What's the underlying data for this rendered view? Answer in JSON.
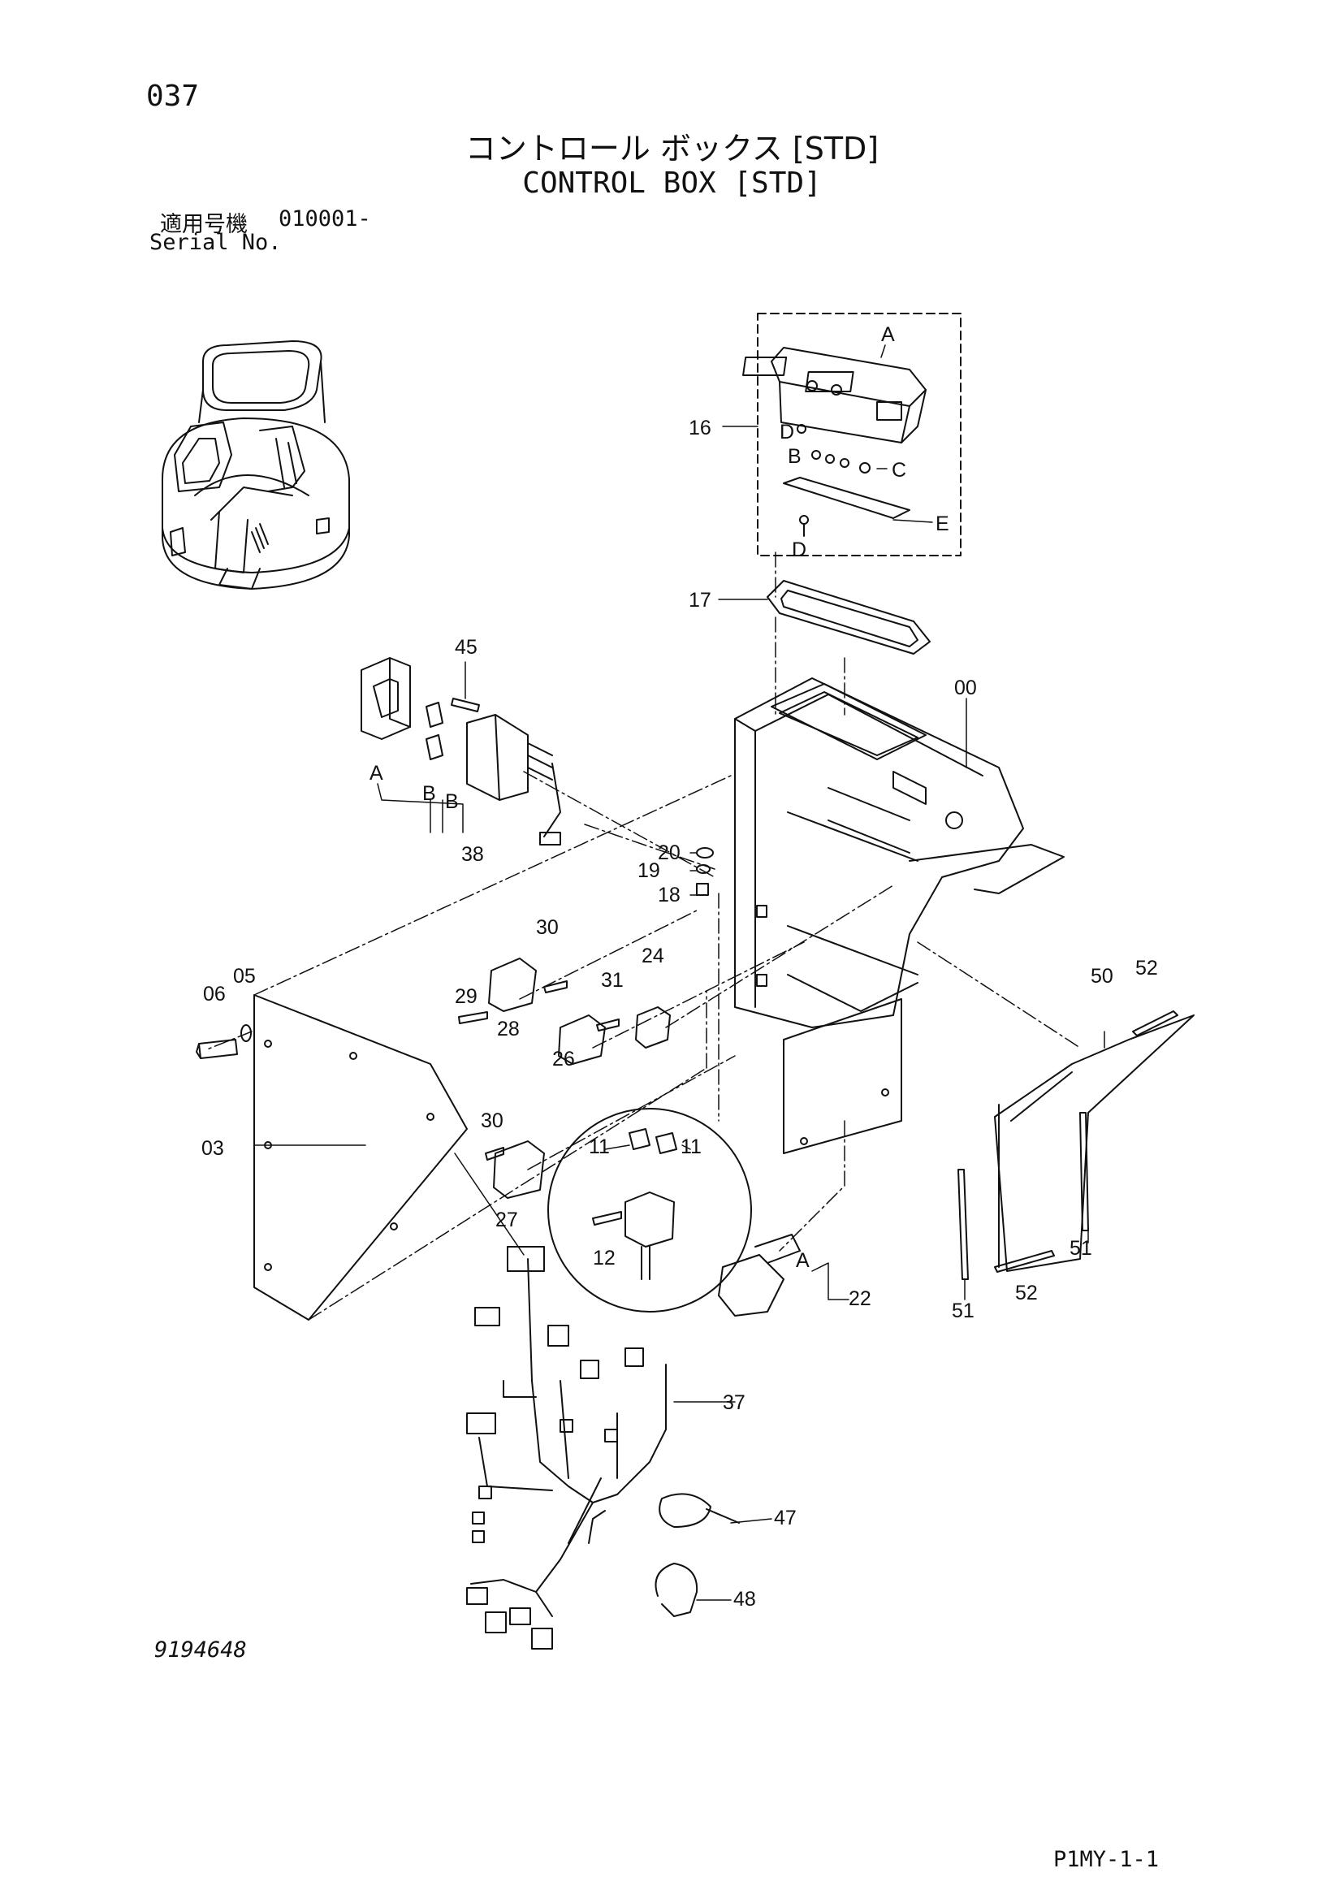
{
  "header": {
    "page_number": "037",
    "title_jp": "コントロール ボックス [STD]",
    "title_en": "CONTROL BOX [STD]",
    "serial_label_jp": "適用号機",
    "serial_value": "010001-",
    "serial_label_en": "Serial No."
  },
  "footer": {
    "drawing_number": "9194648",
    "sheet_code": "P1MY-1-1"
  },
  "callouts": [
    "16",
    "A",
    "B",
    "C",
    "D",
    "D",
    "E",
    "17",
    "00",
    "45",
    "A",
    "B",
    "B",
    "38",
    "20",
    "19",
    "18",
    "30",
    "29",
    "28",
    "31",
    "24",
    "26",
    "06",
    "05",
    "03",
    "30",
    "27",
    "11",
    "11",
    "12",
    "22",
    "A",
    "37",
    "47",
    "48",
    "50",
    "52",
    "51",
    "51",
    "52"
  ]
}
